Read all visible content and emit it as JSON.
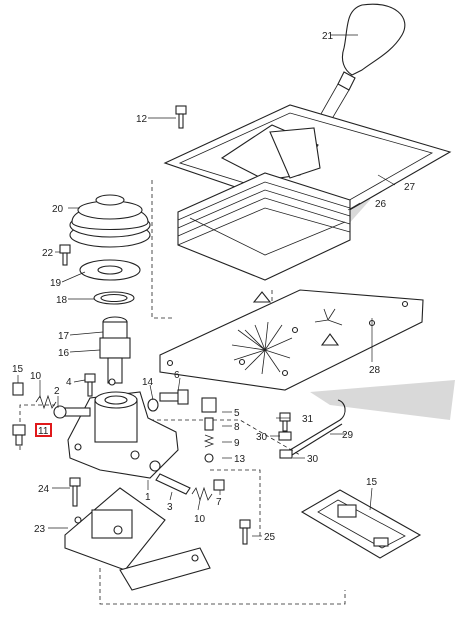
{
  "callouts": {
    "c21": "21",
    "c12": "12",
    "c27": "27",
    "c20": "20",
    "c26": "26",
    "c22": "22",
    "c19": "19",
    "c18": "18",
    "c17": "17",
    "c16": "16",
    "c28": "28",
    "c10a": "10",
    "c15a": "15",
    "c4": "4",
    "c14": "14",
    "c6": "6",
    "c2": "2",
    "c11": "11",
    "c5": "5",
    "c31": "31",
    "c8": "8",
    "c30a": "30",
    "c29": "29",
    "c9": "9",
    "c13": "13",
    "c30b": "30",
    "c1": "1",
    "c24": "24",
    "c15b": "15",
    "c3": "3",
    "c7": "7",
    "c10b": "10",
    "c23": "23",
    "c25": "25"
  },
  "highlight": {
    "label": "11",
    "color": "#e0191b"
  },
  "colors": {
    "line": "#222222",
    "shade": "#d9d9d9",
    "background": "#ffffff"
  }
}
